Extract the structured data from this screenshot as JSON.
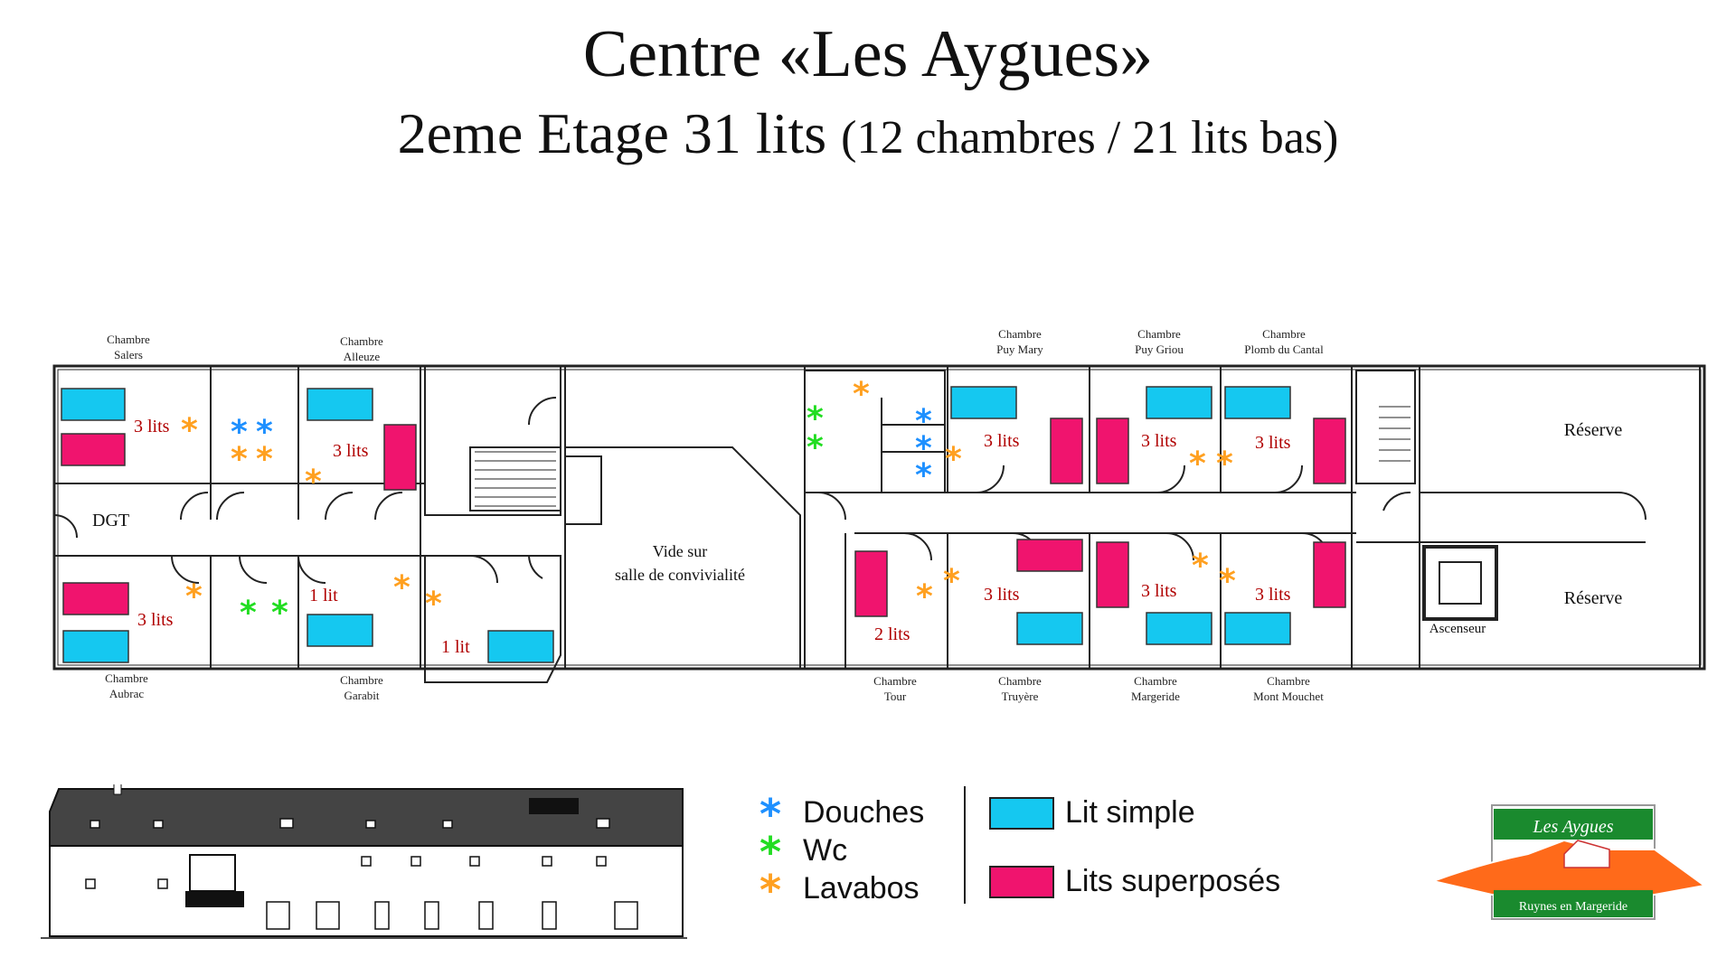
{
  "header": {
    "title": "Centre «Les Aygues»",
    "subtitle_main": "2eme Etage 31 lits",
    "subtitle_detail": "(12 chambres / 21 lits bas)"
  },
  "colors": {
    "douches": "#1e90ff",
    "wc": "#22dd22",
    "lavabos": "#ffa020",
    "lit_simple": "#15c8f0",
    "lits_superposes": "#f0146e",
    "room_text": "#b00000"
  },
  "rooms": {
    "salers": {
      "name": "Chambre\nSalers",
      "beds": "3 lits"
    },
    "alleuze": {
      "name": "Chambre\nAlleuze",
      "beds": "3 lits"
    },
    "aubrac": {
      "name": "Chambre\nAubrac",
      "beds": "3 lits"
    },
    "garabit": {
      "name": "Chambre\nGarabit",
      "beds": "1 lit"
    },
    "unnamed_1": {
      "beds": "1 lit"
    },
    "puy_mary": {
      "name": "Chambre\nPuy Mary",
      "beds": "3 lits"
    },
    "puy_griou": {
      "name": "Chambre\nPuy Griou",
      "beds": "3 lits"
    },
    "plomb_cantal": {
      "name": "Chambre\nPlomb du Cantal",
      "beds": "3 lits"
    },
    "tour": {
      "name": "Chambre\nTour",
      "beds": "2 lits"
    },
    "truyere": {
      "name": "Chambre\nTruyère",
      "beds": "3 lits"
    },
    "margeride": {
      "name": "Chambre\nMargeride",
      "beds": "3 lits"
    },
    "mont_mouchet": {
      "name": "Chambre\nMont Mouchet",
      "beds": "3 lits"
    }
  },
  "areas": {
    "dgt": "DGT",
    "vide_line1": "Vide sur",
    "vide_line2": "salle de convivialité",
    "reserve_top": "Réserve",
    "reserve_bottom": "Réserve",
    "ascenseur": "Ascenseur"
  },
  "legend": {
    "douches": "Douches",
    "wc": "Wc",
    "lavabos": "Lavabos",
    "lit_simple": "Lit simple",
    "lits_superposes": "Lits superposés"
  },
  "logo": {
    "name": "Les Aygues",
    "place": "Ruynes en Margeride"
  }
}
